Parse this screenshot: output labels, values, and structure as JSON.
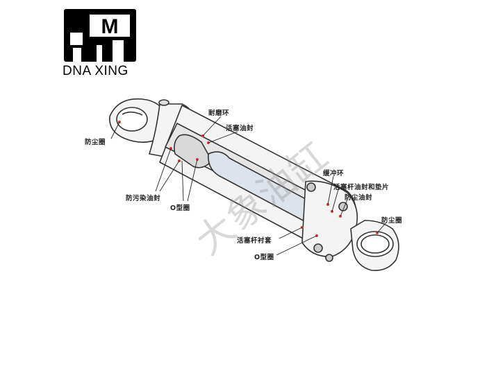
{
  "brand": {
    "logo_text": "M",
    "name": "DNA XING"
  },
  "watermark": "大象油缸",
  "diagram": {
    "labels": {
      "dust_ring_left": "防尘圈",
      "wear_ring": "耐磨环",
      "piston_seal": "活塞油封",
      "anti_contamination_seal": "防污染油封",
      "o_ring_top": "O型圈",
      "buffer_ring": "缓冲环",
      "rod_seal_washer": "活塞杆油封和垫片",
      "dust_seal_right": "防尘油封",
      "dust_ring_right": "防尘圈",
      "rod_bushing": "活塞杆衬套",
      "o_ring_bottom": "O型圈"
    }
  },
  "colors": {
    "outline": "#333333",
    "body_fill": "#f4f4f4",
    "rod_fill": "#dde3ea",
    "marker": "#d23a3a"
  }
}
